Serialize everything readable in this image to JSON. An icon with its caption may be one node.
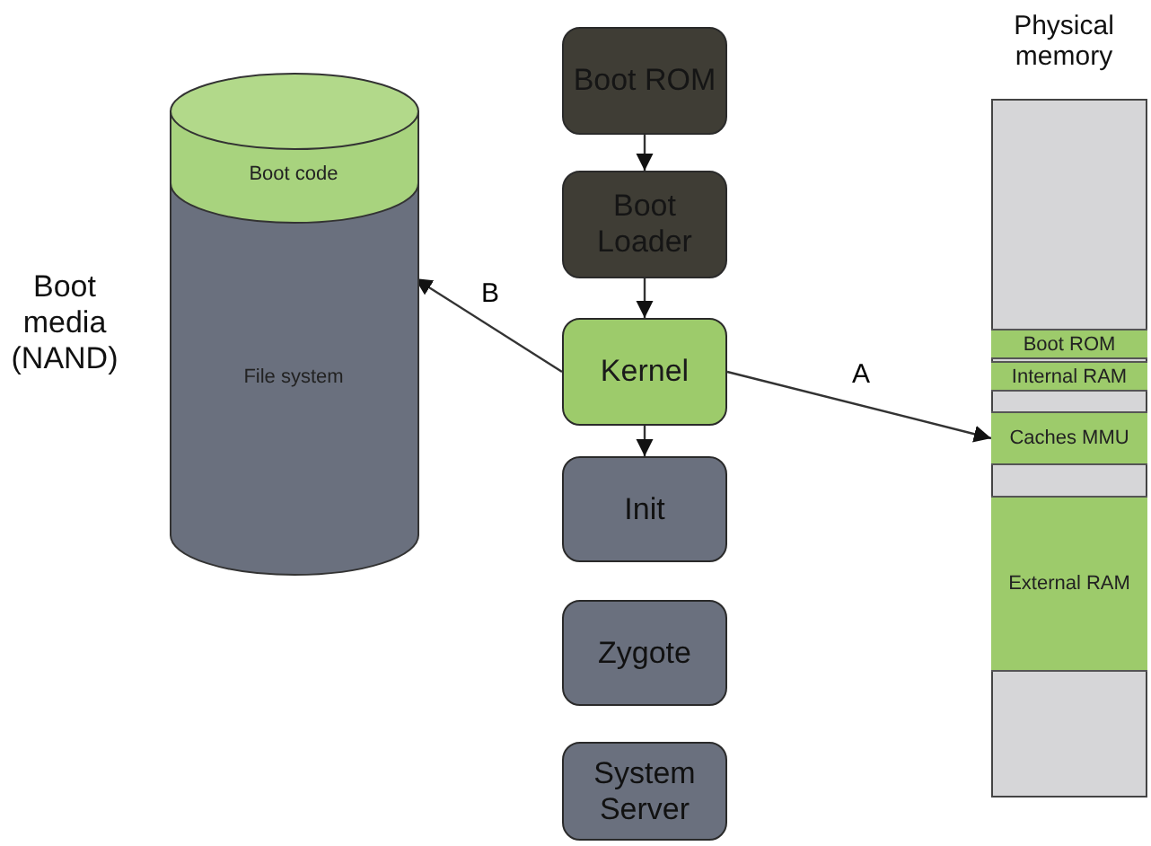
{
  "diagram": {
    "nodes": [
      {
        "text": [
          "Boot media (NAND)"
        ]
      },
      {
        "text": [
          "Boot code"
        ],
        "in": 0
      },
      {
        "text": [
          "File system"
        ],
        "in": 0
      },
      {
        "text": [
          "Boot ROM"
        ]
      },
      {
        "text": [
          "Boot Loader"
        ]
      },
      {
        "text": [
          "Kernel"
        ]
      },
      {
        "text": [
          "Init"
        ]
      },
      {
        "text": [
          "Zygote"
        ]
      },
      {
        "text": [
          "System Server"
        ]
      },
      {
        "text": [
          "Physical memory"
        ]
      },
      {
        "text": [
          "Boot ROM"
        ],
        "in": 9
      },
      {
        "text": [
          "Internal RAM"
        ],
        "in": 9
      },
      {
        "text": [
          "Caches MMU"
        ],
        "in": 9
      },
      {
        "text": [
          "External RAM"
        ],
        "in": 9
      }
    ],
    "edges": [
      {
        "from": 3,
        "to": 4,
        "arrow": "to"
      },
      {
        "from": 4,
        "to": 5,
        "arrow": "to"
      },
      {
        "from": 5,
        "to": 6,
        "arrow": "to"
      },
      {
        "from": 5,
        "to": 2,
        "label": "B",
        "arrow": "to"
      },
      {
        "from": 5,
        "to": 12,
        "label": "A",
        "arrow": "to"
      }
    ]
  }
}
